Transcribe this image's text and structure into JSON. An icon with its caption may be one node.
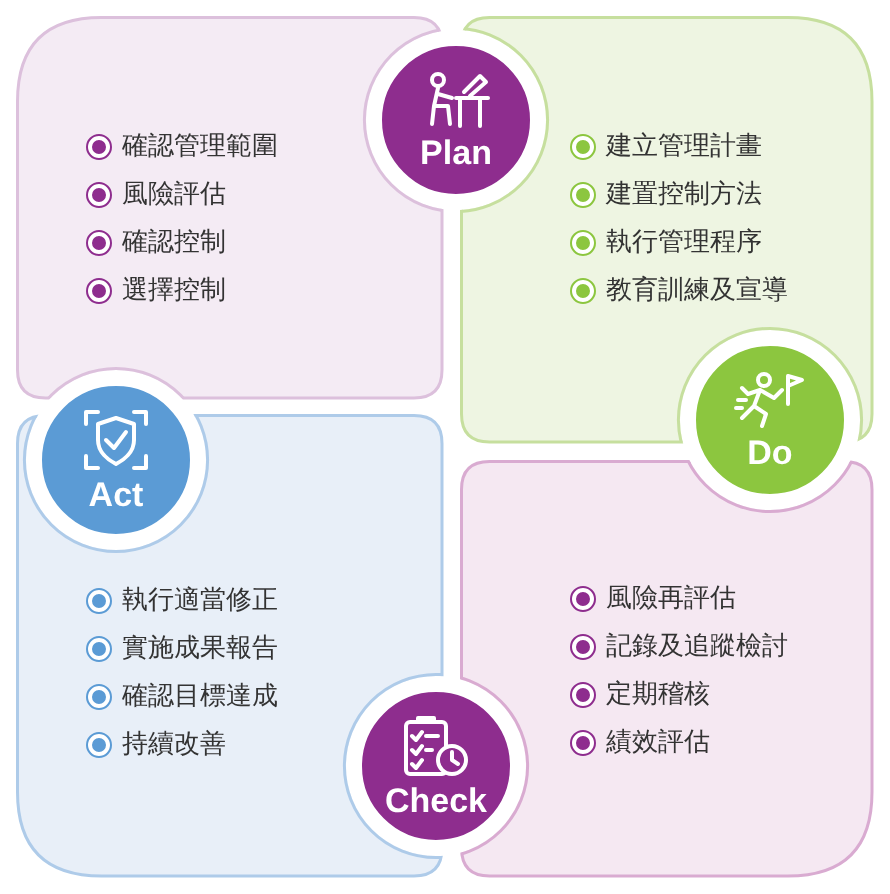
{
  "diagram": {
    "nodes": [
      {
        "text": [
          "確認管理範圍",
          "風險評估",
          "確認控制",
          "選擇控制"
        ]
      },
      {
        "text": [
          "Plan"
        ]
      },
      {
        "text": [
          "建立管理計畫",
          "建置控制方法",
          "執行管理程序",
          "教育訓練及宣導"
        ]
      },
      {
        "text": [
          "Do"
        ]
      },
      {
        "text": [
          "Act"
        ]
      },
      {
        "text": [
          "執行適當修正",
          "實施成果報告",
          "確認目標達成",
          "持續改善"
        ]
      },
      {
        "text": [
          "風險再評估",
          "記錄及追蹤檢討",
          "定期稽核",
          "績效評估"
        ]
      },
      {
        "text": [
          "Check"
        ]
      }
    ]
  }
}
